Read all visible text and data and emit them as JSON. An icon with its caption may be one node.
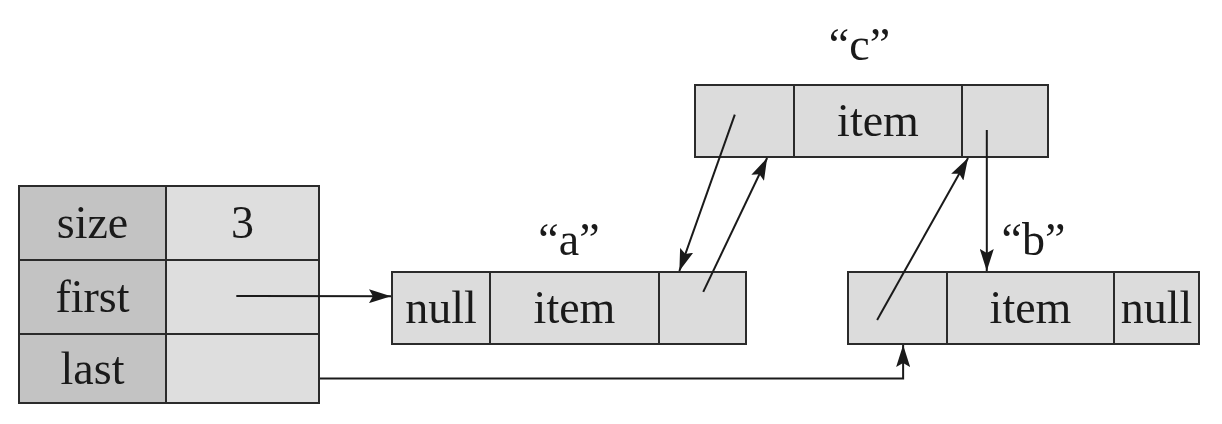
{
  "diagram": {
    "nodes": [
      {
        "text": [
          "size"
        ]
      },
      {
        "text": [
          "3"
        ]
      },
      {
        "text": [
          "first"
        ]
      },
      {
        "text": [],
        "shape": "box"
      },
      {
        "text": [
          "last"
        ]
      },
      {
        "text": [],
        "shape": "box"
      },
      {
        "text": [
          "“a”"
        ]
      },
      {
        "text": [
          "null"
        ],
        "in": 6
      },
      {
        "text": [
          "item"
        ],
        "in": 6
      },
      {
        "text": [],
        "shape": "box",
        "in": 6
      },
      {
        "text": [
          "“c”"
        ]
      },
      {
        "text": [],
        "shape": "box",
        "in": 10
      },
      {
        "text": [
          "item"
        ],
        "in": 10
      },
      {
        "text": [],
        "shape": "box",
        "in": 10
      },
      {
        "text": [
          "“b”"
        ]
      },
      {
        "text": [],
        "shape": "box",
        "in": 14
      },
      {
        "text": [
          "item"
        ],
        "in": 14
      },
      {
        "text": [
          "null"
        ],
        "in": 14
      }
    ],
    "edges": [
      {
        "from": 3,
        "to": 6,
        "arrow": "to"
      },
      {
        "from": 5,
        "to": 14,
        "arrow": "to"
      },
      {
        "from": 11,
        "to": 6,
        "arrow": "to"
      },
      {
        "from": 9,
        "to": 10,
        "arrow": "to"
      },
      {
        "from": 13,
        "to": 14,
        "arrow": "to"
      },
      {
        "from": 15,
        "to": 10,
        "arrow": "to"
      }
    ]
  }
}
